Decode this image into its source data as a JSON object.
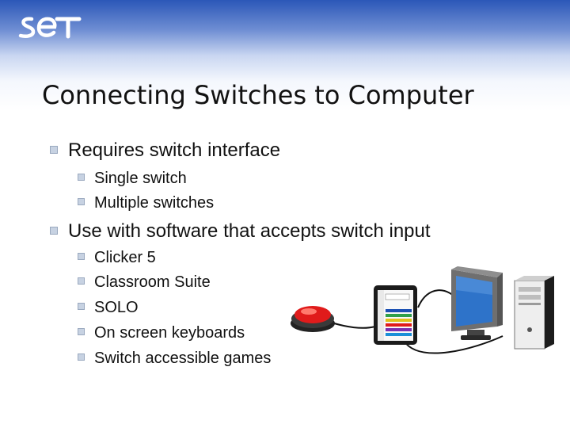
{
  "slide": {
    "logo_text": "SET",
    "title": "Connecting Switches to Computer",
    "bullets": [
      {
        "text": "Requires switch interface"
      },
      {
        "text": "Single switch"
      },
      {
        "text": "Multiple switches"
      },
      {
        "text": "Use with software that accepts switch input"
      },
      {
        "text": "Clicker 5"
      },
      {
        "text": "Classroom Suite"
      },
      {
        "text": "SOLO"
      },
      {
        "text": "On screen keyboards"
      },
      {
        "text": "Switch accessible games"
      }
    ]
  },
  "colors": {
    "header_blue": "#2b57b8",
    "bullet_marker": "#c7d2e2",
    "switch_red": "#e01b1b"
  },
  "icons": [
    "set-logo",
    "red-switch-button",
    "switch-interface-device",
    "crt-monitor-icon",
    "computer-tower-icon",
    "cable"
  ]
}
